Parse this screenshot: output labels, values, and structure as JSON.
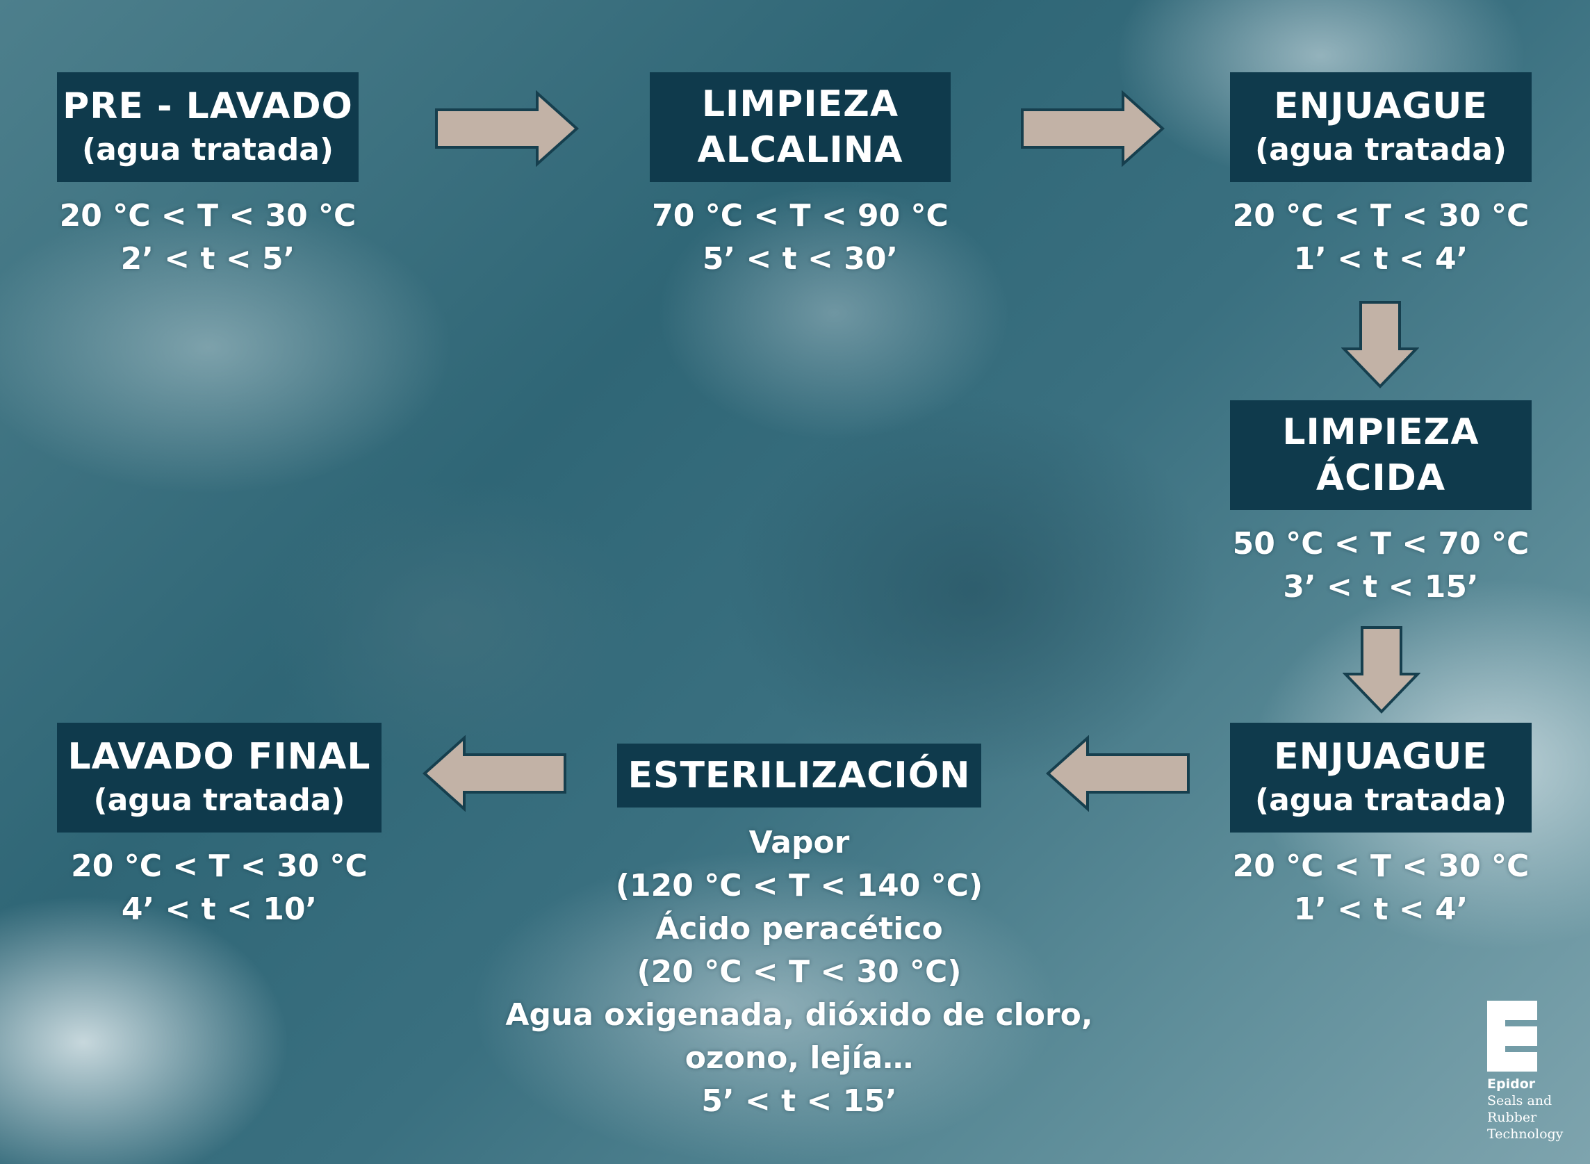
{
  "steps": {
    "prelavado": {
      "title": "PRE - LAVADO",
      "subtitle": "(agua tratada)",
      "temp": "20 °C < T < 30 °C",
      "time": "2’ < t < 5’"
    },
    "alcalina": {
      "title1": "LIMPIEZA",
      "title2": "ALCALINA",
      "temp": "70 °C < T < 90 °C",
      "time": "5’ < t < 30’"
    },
    "enjuague1": {
      "title": "ENJUAGUE",
      "subtitle": "(agua tratada)",
      "temp": "20 °C < T < 30 °C",
      "time": "1’ < t < 4’"
    },
    "acida": {
      "title1": "LIMPIEZA",
      "title2": "ÁCIDA",
      "temp": "50 °C < T < 70 °C",
      "time": "3’ < t < 15’"
    },
    "enjuague2": {
      "title": "ENJUAGUE",
      "subtitle": "(agua tratada)",
      "temp": "20 °C < T < 30 °C",
      "time": "1’ < t < 4’"
    },
    "esterilizacion": {
      "title": "ESTERILIZACIÓN",
      "lines": [
        "Vapor",
        "(120 °C < T < 140 °C)",
        "Ácido peracético",
        "(20 °C < T < 30 °C)",
        "Agua oxigenada, dióxido de cloro,",
        "ozono, lejía…",
        "5’ < t < 15’"
      ]
    },
    "final": {
      "title": "LAVADO FINAL",
      "subtitle": "(agua tratada)",
      "temp": "20 °C < T < 30 °C",
      "time": "4’ < t < 10’"
    }
  },
  "arrows": [
    "right",
    "right",
    "down",
    "down",
    "left",
    "left"
  ],
  "colors": {
    "box": "#0f3a4c",
    "arrow_fill": "#c2b2a6",
    "arrow_stroke": "#163f4e",
    "text": "#ffffff"
  },
  "logo": {
    "name": "Epidor",
    "tagline1": "Seals and",
    "tagline2": "Rubber",
    "tagline3": "Technology"
  }
}
